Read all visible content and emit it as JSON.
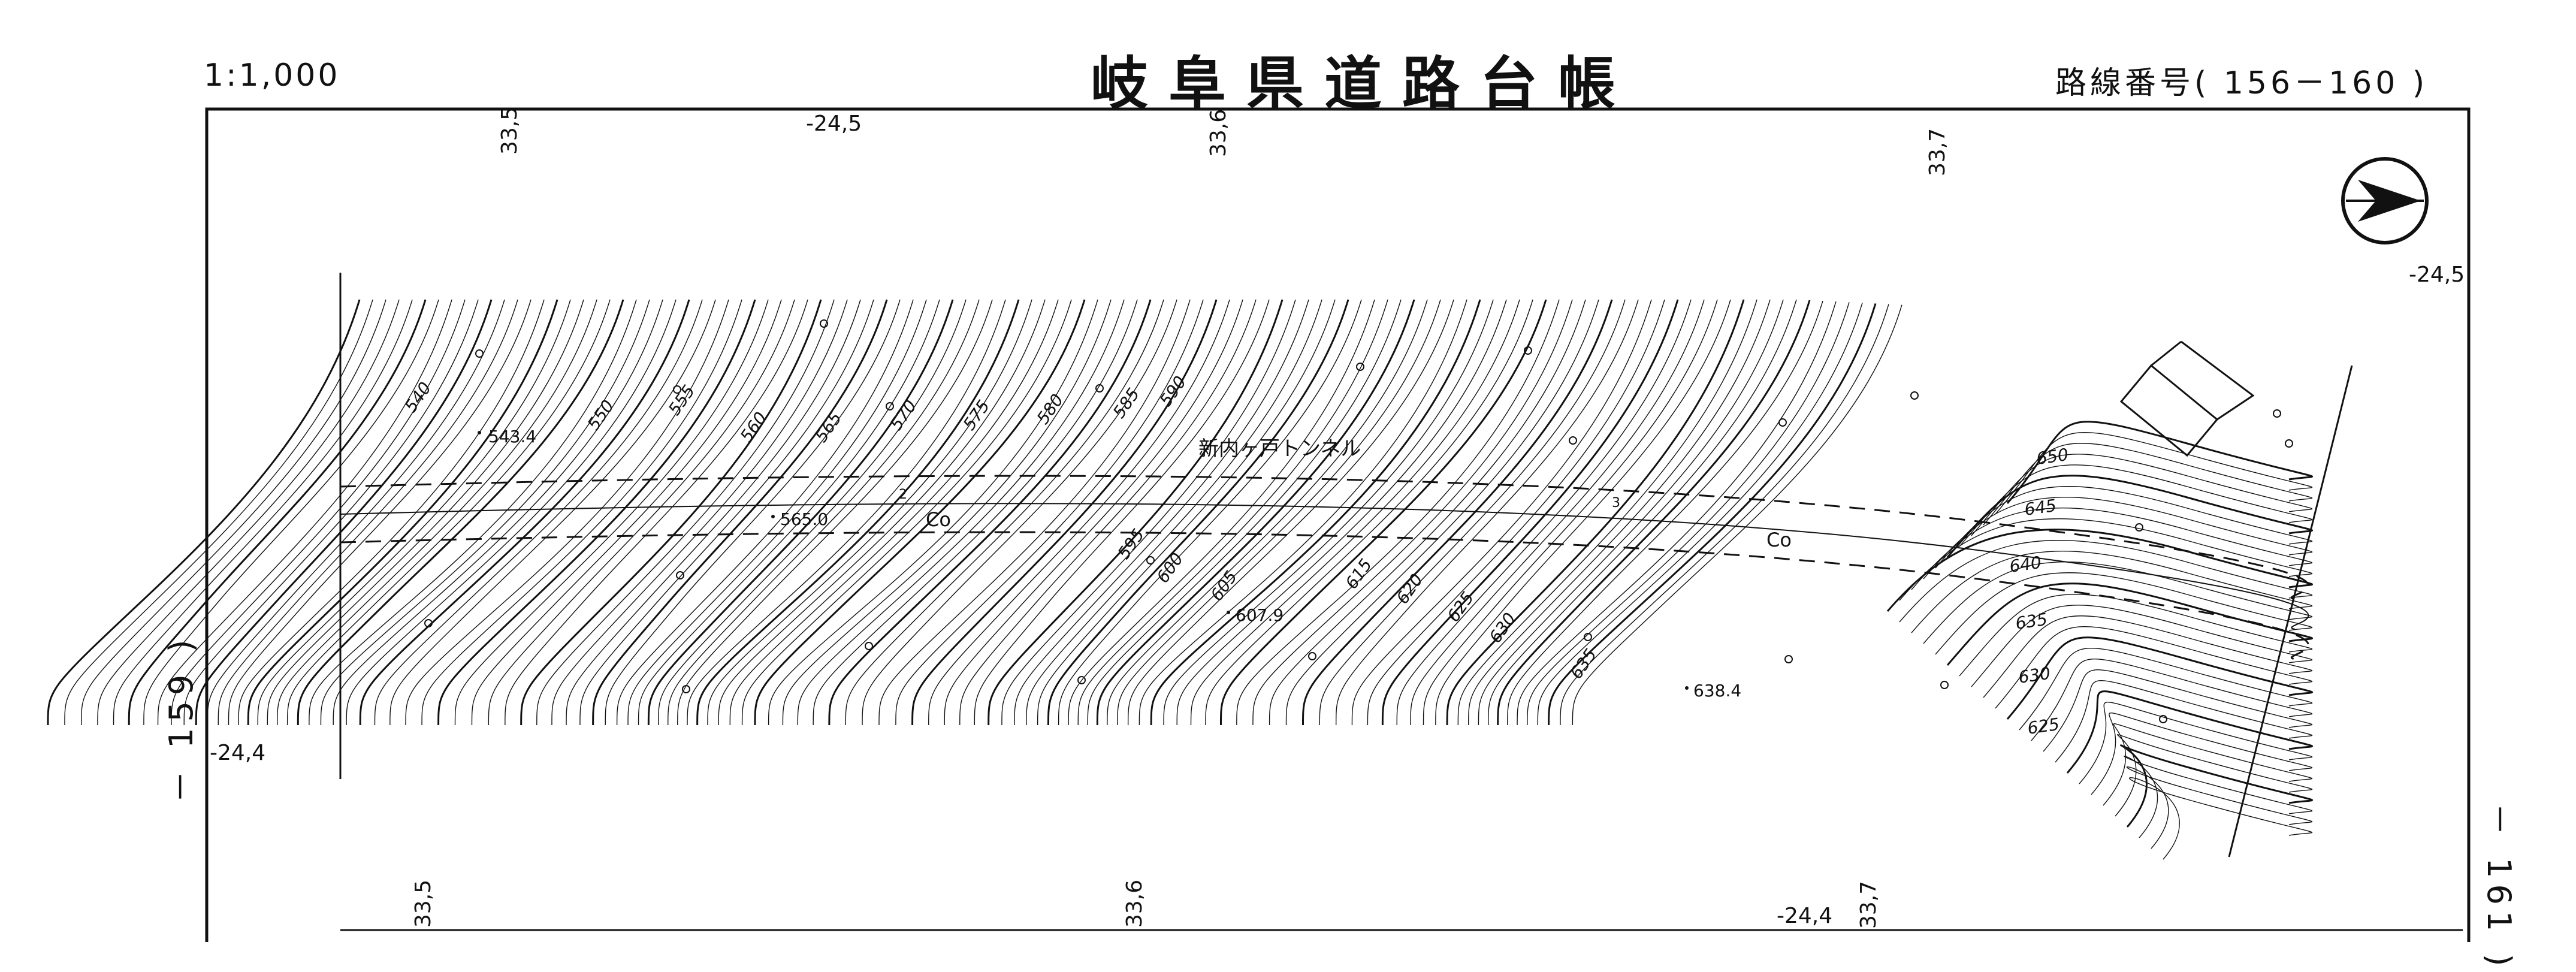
{
  "header": {
    "scale": "1:1,000",
    "title": "岐阜県道路台帳",
    "route_number": "路線番号( 156－160 )"
  },
  "side_labels": {
    "left": "－ 159 )",
    "right": "－ 161 )"
  },
  "grid_labels": {
    "top": [
      "33,5",
      "-24,5",
      "33,6",
      "33,7"
    ],
    "right": "-24,5",
    "left": "-24,4",
    "bottom": [
      "33,5",
      "33,6",
      "-24,4",
      "33,7"
    ]
  },
  "contour_labels": [
    "540",
    "550",
    "555",
    "560",
    "565",
    "570",
    "575",
    "580",
    "585",
    "590",
    "595",
    "600",
    "605",
    "615",
    "620",
    "625",
    "630",
    "635",
    "650",
    "645",
    "640",
    "635",
    "630",
    "625"
  ],
  "spot_heights": [
    "543.4",
    "565.0",
    "607.9",
    "638.4"
  ],
  "tunnel_name": "新内ヶ戸トンネル",
  "road_markers": [
    "Co",
    "Co"
  ],
  "station_marks": [
    "2",
    "3"
  ],
  "north_arrow": "north-arrow-icon",
  "colors": {
    "ink": "#111111",
    "paper": "#ffffff"
  }
}
